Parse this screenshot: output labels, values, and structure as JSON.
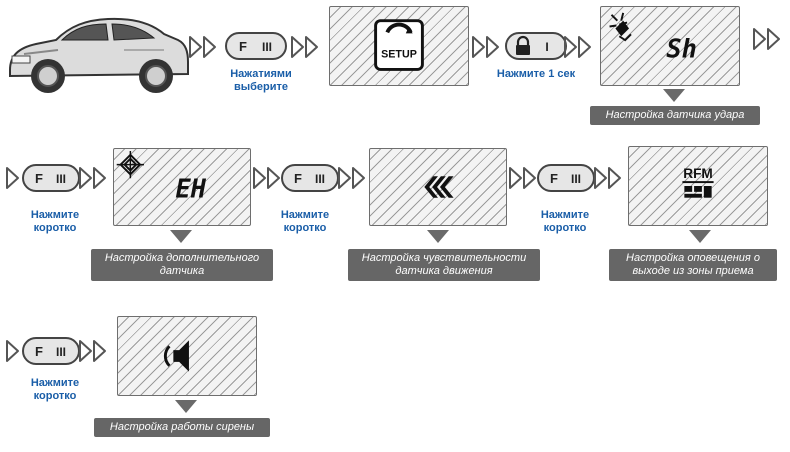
{
  "buttons": {
    "f3_left": "F",
    "f3_right": "III",
    "lock_right": "I"
  },
  "steps": {
    "shock_display": "Sh",
    "extra_display": "EH",
    "setup_label": "SETUP",
    "rfm_label": "RFM"
  },
  "hints": {
    "select": "Нажатиями выберите",
    "press_1sec": "Нажмите 1 сек",
    "press_short": "Нажмите коротко"
  },
  "captions": {
    "shock": "Настройка датчика удара",
    "extra": "Настройка дополнительного датчика",
    "motion": "Настройка чувствительности датчика движения",
    "range": "Настройка оповещения о выходе из зоны приема",
    "siren": "Настройка работы сирены"
  },
  "colors": {
    "hint_blue": "#1a5ea8",
    "caption_gray": "#666666",
    "button_fill": "#e6e6e6"
  }
}
